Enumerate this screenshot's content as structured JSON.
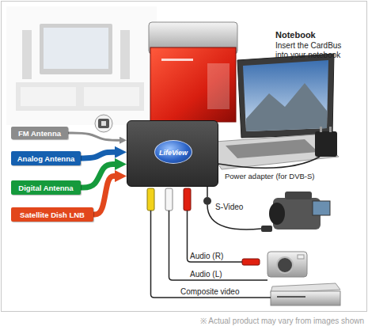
{
  "diagram": {
    "caption": "※ Actual product may vary from images shown",
    "nodes": [
      {
        "text": [
          "FM Antenna"
        ]
      },
      {
        "text": [
          "Analog Antenna"
        ]
      },
      {
        "text": [
          "Digital Antenna"
        ]
      },
      {
        "text": [
          "Satellite Dish LNB"
        ]
      },
      {
        "text": [
          "LifeView"
        ]
      }
    ],
    "edges": [
      {
        "from": 0,
        "to": 4,
        "arrow": "to"
      },
      {
        "from": 1,
        "to": 4,
        "arrow": "to"
      },
      {
        "from": 2,
        "to": 4,
        "arrow": "to"
      },
      {
        "from": 3,
        "to": 4,
        "arrow": "to"
      }
    ],
    "labels": [
      "Notebook",
      "Insert the CardBus into your notebook",
      "Power adapter (for DVB-S)",
      "S-Video",
      "Audio (R)",
      "Audio (L)",
      "Composite video"
    ]
  }
}
